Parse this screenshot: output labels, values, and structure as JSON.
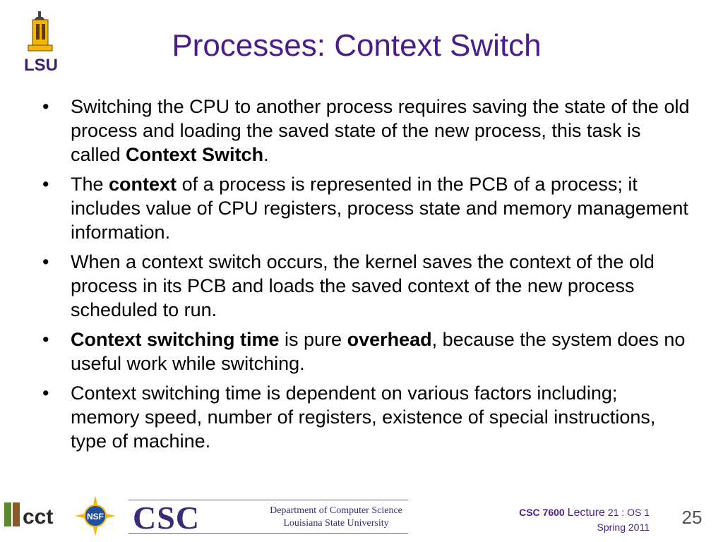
{
  "header": {
    "title": "Processes: Context Switch",
    "logo_text": "LSU"
  },
  "bullets": [
    {
      "dot": "•",
      "parts": [
        {
          "text": "Switching the CPU to another process requires saving the state of the old process and loading the saved state of the new process, this task is called ",
          "bold": false
        },
        {
          "text": "Context Switch",
          "bold": true
        },
        {
          "text": ".",
          "bold": false
        }
      ]
    },
    {
      "dot": "•",
      "parts": [
        {
          "text": "The ",
          "bold": false
        },
        {
          "text": "context",
          "bold": true
        },
        {
          "text": " of a process is represented in the PCB of a process; it includes value of CPU registers, process state and memory management information.",
          "bold": false
        }
      ]
    },
    {
      "dot": "•",
      "parts": [
        {
          "text": "When a context switch occurs, the kernel saves the context of the old process in its PCB and loads the saved context of the new process scheduled to run.",
          "bold": false
        }
      ]
    },
    {
      "dot": "•",
      "parts": [
        {
          "text": "Context switching time",
          "bold": true
        },
        {
          "text": " is pure ",
          "bold": false
        },
        {
          "text": "overhead",
          "bold": true
        },
        {
          "text": ", because the system does no useful work while switching.",
          "bold": false
        }
      ]
    },
    {
      "dot": "•",
      "parts": [
        {
          "text": "Context switching time is dependent on various factors including; memory speed, number of registers, existence of special instructions, type of machine.",
          "bold": false
        }
      ]
    }
  ],
  "footer": {
    "cct_text": "cct",
    "nsf_text": "NSF",
    "csc_big": "CSC",
    "dept_line1": "Department of Computer Science",
    "dept_line2": "Louisiana State University",
    "course": "CSC 7600",
    "lecture_word": "Lecture",
    "lecture_rest": " 21 : OS 1",
    "term": "Spring 2011",
    "page_number": "25"
  },
  "colors": {
    "title": "#4b1d8a",
    "lsu_gold": "#f2b705",
    "lsu_purple": "#3a1f72"
  }
}
